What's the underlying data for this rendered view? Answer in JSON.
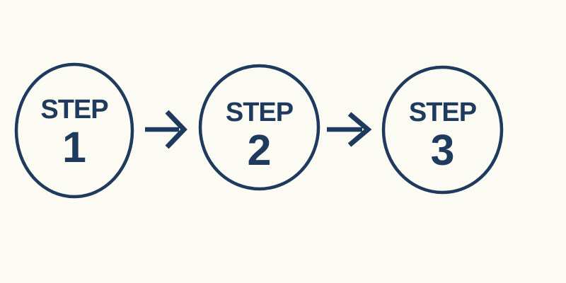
{
  "colors": {
    "ink": "#1e3a5c",
    "background": "#fbfaf3"
  },
  "steps": [
    {
      "label": "STEP",
      "number": "1"
    },
    {
      "label": "STEP",
      "number": "2"
    },
    {
      "label": "STEP",
      "number": "3"
    }
  ],
  "arrows": [
    {
      "icon": "arrow-right-icon"
    },
    {
      "icon": "arrow-right-icon"
    }
  ]
}
